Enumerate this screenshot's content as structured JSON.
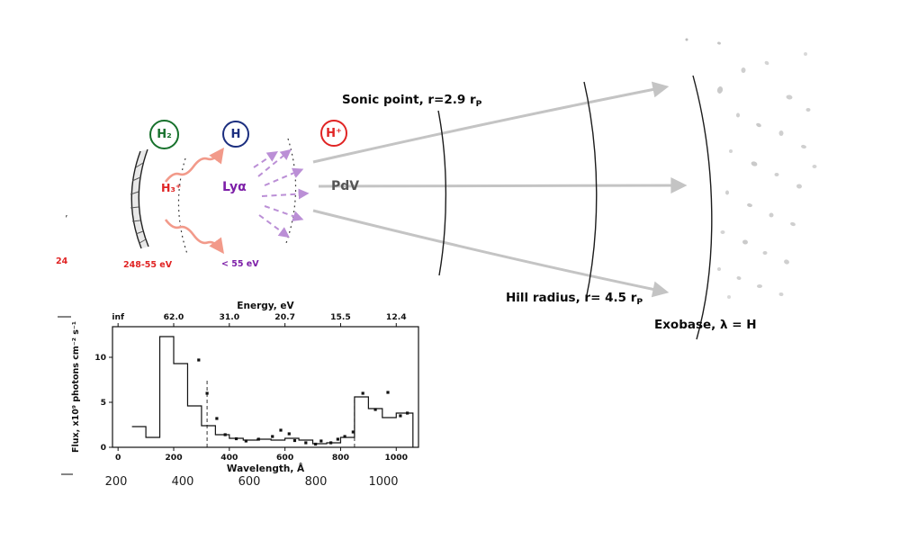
{
  "colors": {
    "h2_green": "#17712c",
    "h_navy": "#1b2e7f",
    "hplus_red": "#e02424",
    "photon_salmon": "#f29a8a",
    "lya_purple": "#7d1fa8",
    "arrow_purple": "#bb8fd6",
    "wind_gray": "#c4c4c4",
    "speckle_gray": "#9f9f9f",
    "ink": "#111111"
  },
  "diagram": {
    "species": {
      "h2": "H₂",
      "h": "H",
      "hplus": "H⁺"
    },
    "labels": {
      "h3plus": "H₃⁺",
      "lyalpha": "Lyα",
      "pdv": "PdV",
      "band_hard": "248-55 eV",
      "band_soft": "< 55 eV",
      "sonic_point": {
        "text": "Sonic point, r=2.9 r",
        "sub": "P"
      },
      "hill_radius": {
        "text": "Hill radius, r= 4.5 r",
        "sub": "P"
      },
      "exobase": "Exobase, λ = H",
      "edge_fragment": "24",
      "stray_tick": "’"
    }
  },
  "chart_data": {
    "type": "bar",
    "subtype": "step-histogram with scatter overlay",
    "title": "Energy, eV",
    "xlabel": "Wavelength, Å",
    "ylabel": "Flux, x10⁹ photons cm⁻² s⁻¹",
    "x_ticks": [
      0,
      200,
      400,
      600,
      800,
      1000
    ],
    "top_axis_ticks": [
      "inf",
      "62.0",
      "31.0",
      "20.7",
      "15.5",
      "12.4"
    ],
    "y_ticks": [
      0,
      5,
      10
    ],
    "xlim": [
      -20,
      1080
    ],
    "ylim": [
      0,
      13.4
    ],
    "grid": false,
    "ghost_x_ticks": [
      "200",
      "400",
      "600",
      "800",
      "1000"
    ],
    "histogram": {
      "bin_edges": [
        50,
        100,
        150,
        200,
        250,
        300,
        350,
        400,
        450,
        500,
        550,
        600,
        650,
        700,
        750,
        800,
        850,
        900,
        950,
        1000,
        1060
      ],
      "values": [
        2.3,
        1.1,
        12.3,
        9.3,
        4.6,
        2.4,
        1.4,
        1.0,
        0.8,
        0.9,
        0.8,
        1.0,
        0.8,
        0.4,
        0.5,
        1.1,
        5.6,
        4.3,
        3.3,
        3.8
      ]
    },
    "scatter_points": [
      [
        290,
        9.7
      ],
      [
        320,
        6.0
      ],
      [
        355,
        3.2
      ],
      [
        385,
        1.4
      ],
      [
        425,
        0.95
      ],
      [
        460,
        0.7
      ],
      [
        505,
        0.9
      ],
      [
        555,
        1.2
      ],
      [
        585,
        1.9
      ],
      [
        615,
        1.5
      ],
      [
        635,
        0.75
      ],
      [
        675,
        0.5
      ],
      [
        710,
        0.35
      ],
      [
        730,
        0.7
      ],
      [
        765,
        0.5
      ],
      [
        790,
        0.9
      ],
      [
        815,
        1.2
      ],
      [
        845,
        1.7
      ],
      [
        880,
        6.0
      ],
      [
        925,
        4.2
      ],
      [
        970,
        6.1
      ],
      [
        1015,
        3.5
      ],
      [
        1040,
        3.8
      ]
    ],
    "dashed_lines": [
      {
        "x": 320,
        "top": 7.6
      },
      {
        "x": 850,
        "top": 5.4
      }
    ]
  }
}
